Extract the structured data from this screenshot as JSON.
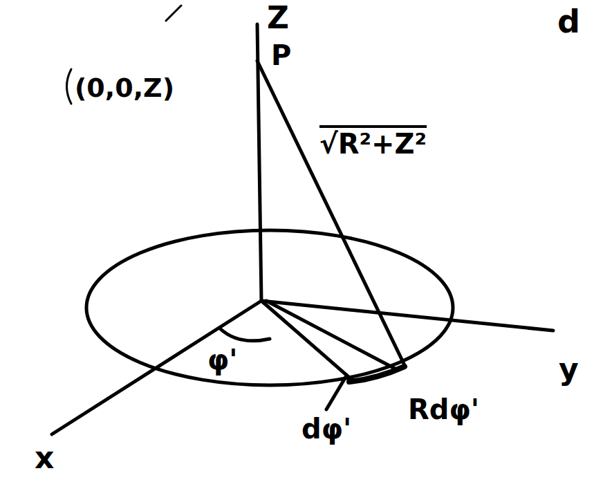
{
  "diagram": {
    "labels": [
      "Z",
      "P",
      "(0,0,Z)",
      "√R²+Z²",
      "d",
      "φ'",
      "dφ'",
      "Rdφ'",
      "x",
      "y"
    ]
  }
}
